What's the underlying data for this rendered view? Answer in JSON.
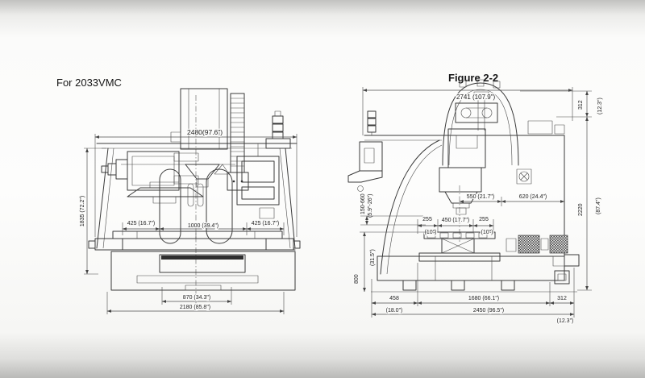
{
  "front_view": {
    "title": "For 2033VMC",
    "dims": {
      "overall_width": "2480(97.6\")",
      "overall_height": "1835 (72.2\")",
      "left_offset": "425 (16.7\")",
      "table_width": "1000 (39.4\")",
      "right_offset": "425 (16.7\")",
      "base_inner_width": "870 (34.3\")",
      "base_width": "2180 (85.8\")"
    }
  },
  "side_view": {
    "title": "Figure 2-2",
    "dims": {
      "overall_depth": "2741 (107.9\")",
      "top_height_mm": "312",
      "top_height_in": "(12.3\")",
      "body_height_mm": "2220",
      "body_height_in": "(87.4\")",
      "spindle_range_mm": "150-660",
      "spindle_range_in": "(5.9\"-26\")",
      "spindle_to_column": "550 (21.7\")",
      "column_depth": "620 (24.4\")",
      "table_front_mm": "255",
      "table_front_in": "(10\")",
      "table_depth": "450 (17.7\")",
      "table_rear_mm": "255",
      "table_rear_in": "(10\")",
      "table_height_mm": "800",
      "table_height_in": "(31.5\")",
      "front_depth_mm": "458",
      "front_depth_in": "(18.0\")",
      "base_depth": "1680 (66.1\")",
      "rear_depth_mm": "312",
      "rear_depth_in": "(12.3\")",
      "floor_depth": "2450 (96.5\")"
    }
  }
}
